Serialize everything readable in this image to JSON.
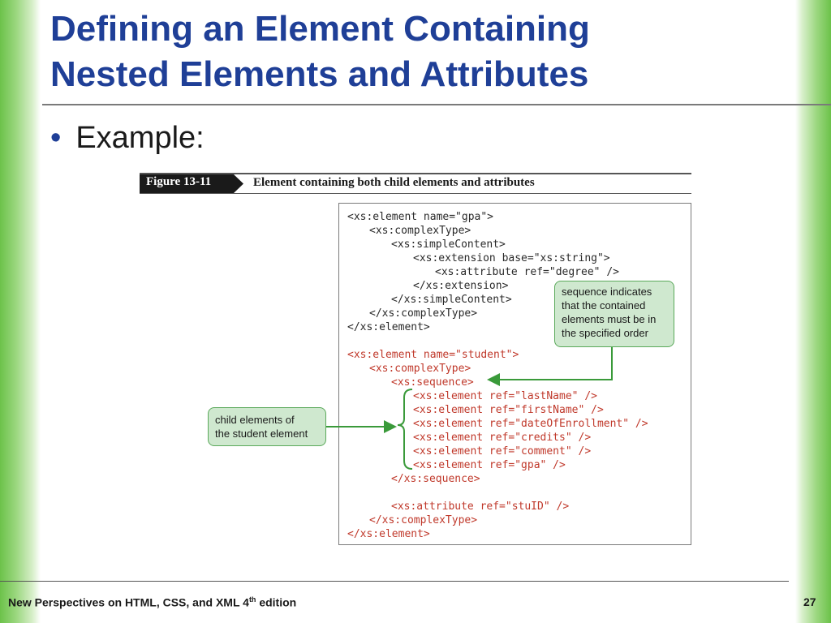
{
  "slide": {
    "title_line1": "Defining an Element Containing",
    "title_line2": "Nested Elements and Attributes",
    "bullet": "Example:"
  },
  "figure": {
    "label": "Figure 13-11",
    "caption": "Element containing both child elements and attributes",
    "code_lines": [
      {
        "text": "<xs:element name=\"gpa\">",
        "indent": 0,
        "highlight": false
      },
      {
        "text": "<xs:complexType>",
        "indent": 1,
        "highlight": false
      },
      {
        "text": "<xs:simpleContent>",
        "indent": 2,
        "highlight": false
      },
      {
        "text": "<xs:extension base=\"xs:string\">",
        "indent": 3,
        "highlight": false
      },
      {
        "text": "<xs:attribute ref=\"degree\" />",
        "indent": 4,
        "highlight": false
      },
      {
        "text": "</xs:extension>",
        "indent": 3,
        "highlight": false
      },
      {
        "text": "</xs:simpleContent>",
        "indent": 2,
        "highlight": false
      },
      {
        "text": "</xs:complexType>",
        "indent": 1,
        "highlight": false
      },
      {
        "text": "</xs:element>",
        "indent": 0,
        "highlight": false
      },
      {
        "text": "",
        "indent": 0,
        "highlight": false
      },
      {
        "text": "<xs:element name=\"student\">",
        "indent": 0,
        "highlight": true
      },
      {
        "text": "<xs:complexType>",
        "indent": 1,
        "highlight": true
      },
      {
        "text": "<xs:sequence>",
        "indent": 2,
        "highlight": true
      },
      {
        "text": "<xs:element ref=\"lastName\" />",
        "indent": 3,
        "highlight": true
      },
      {
        "text": "<xs:element ref=\"firstName\" />",
        "indent": 3,
        "highlight": true
      },
      {
        "text": "<xs:element ref=\"dateOfEnrollment\" />",
        "indent": 3,
        "highlight": true
      },
      {
        "text": "<xs:element ref=\"credits\" />",
        "indent": 3,
        "highlight": true
      },
      {
        "text": "<xs:element ref=\"comment\" />",
        "indent": 3,
        "highlight": true
      },
      {
        "text": "<xs:element ref=\"gpa\" />",
        "indent": 3,
        "highlight": true
      },
      {
        "text": "</xs:sequence>",
        "indent": 2,
        "highlight": true
      },
      {
        "text": "",
        "indent": 0,
        "highlight": false
      },
      {
        "text": "<xs:attribute ref=\"stuID\" />",
        "indent": 2,
        "highlight": true
      },
      {
        "text": "</xs:complexType>",
        "indent": 1,
        "highlight": true
      },
      {
        "text": "</xs:element>",
        "indent": 0,
        "highlight": true
      }
    ],
    "callout_sequence": [
      "sequence indicates",
      "that the contained",
      "elements must be in",
      "the specified order"
    ],
    "callout_children": [
      "child elements of",
      "the student element"
    ]
  },
  "footer": {
    "book_title_prefix": "New Perspectives on HTML, CSS, and XML 4",
    "book_title_sup": "th",
    "book_title_suffix": " edition",
    "page_number": "27"
  },
  "colors": {
    "title": "#1f3f97",
    "accent_green": "#6cc24a",
    "code_highlight": "#c0392b",
    "callout_fill": "#cfe8cf"
  }
}
